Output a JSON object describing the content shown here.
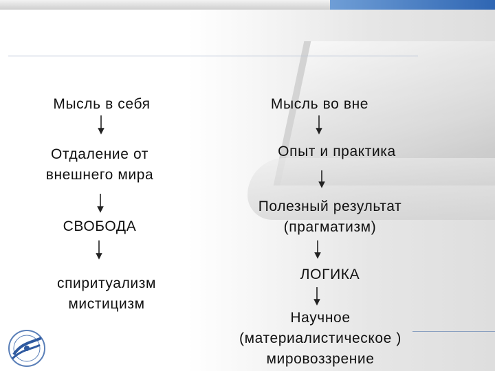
{
  "colors": {
    "text": "#111111",
    "arrow": "#222222",
    "accent_blue": "#2f66b3",
    "rule_line": "#b8c3d6"
  },
  "left_column": {
    "heading": "Мысль в себя",
    "step1": "Отдаление от\nвнешнего мира",
    "step2": "СВОБОДА",
    "step3": "спиритуализм\nмистицизм"
  },
  "right_column": {
    "heading": "Мысль во вне",
    "step1": "Опыт и практика",
    "step2": "Полезный результат\n(прагматизм)",
    "step3": "ЛОГИКА",
    "step4": "Научное\n(материалистическое )\nмировоззрение"
  },
  "arrow_count": 7,
  "logo": {
    "icon": "university-emblem-icon"
  }
}
